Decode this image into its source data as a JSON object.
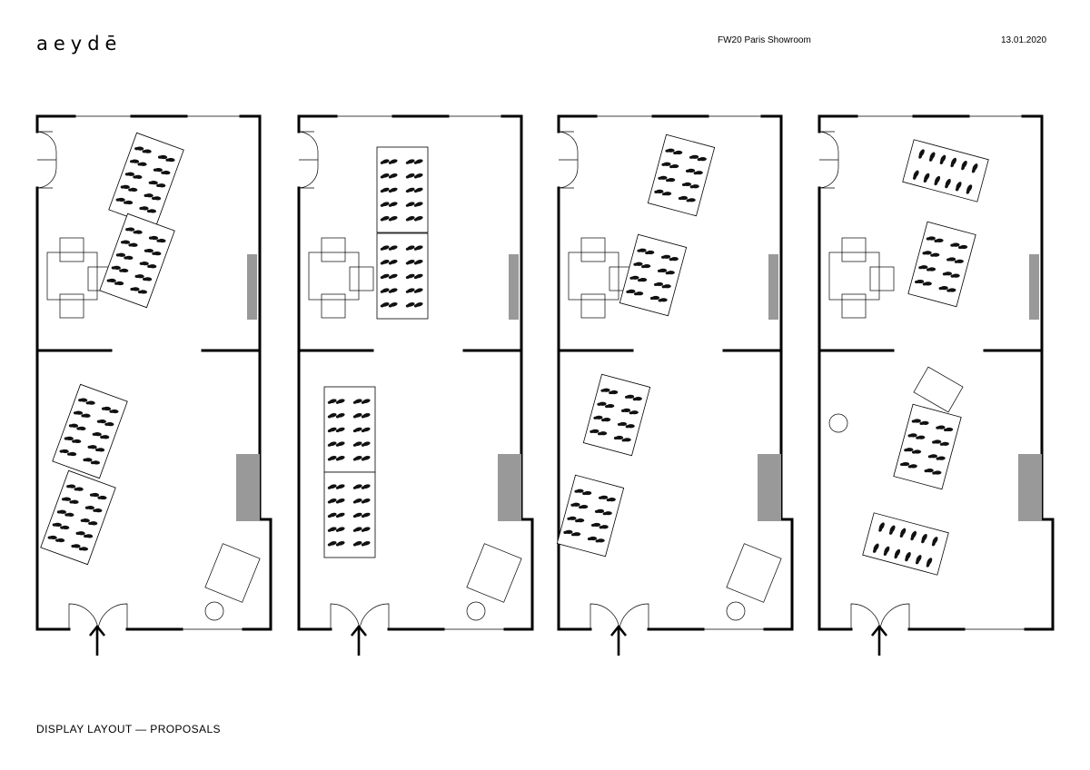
{
  "header": {
    "brand": "aeydē",
    "title": "FW20 Paris Showroom",
    "date": "13.01.2020"
  },
  "footer": {
    "caption": "DISPLAY LAYOUT — PROPOSALS"
  },
  "plans": {
    "count": 4,
    "icons": [
      "entrance-arrow-icon",
      "door-icon",
      "shoe-icon"
    ]
  }
}
